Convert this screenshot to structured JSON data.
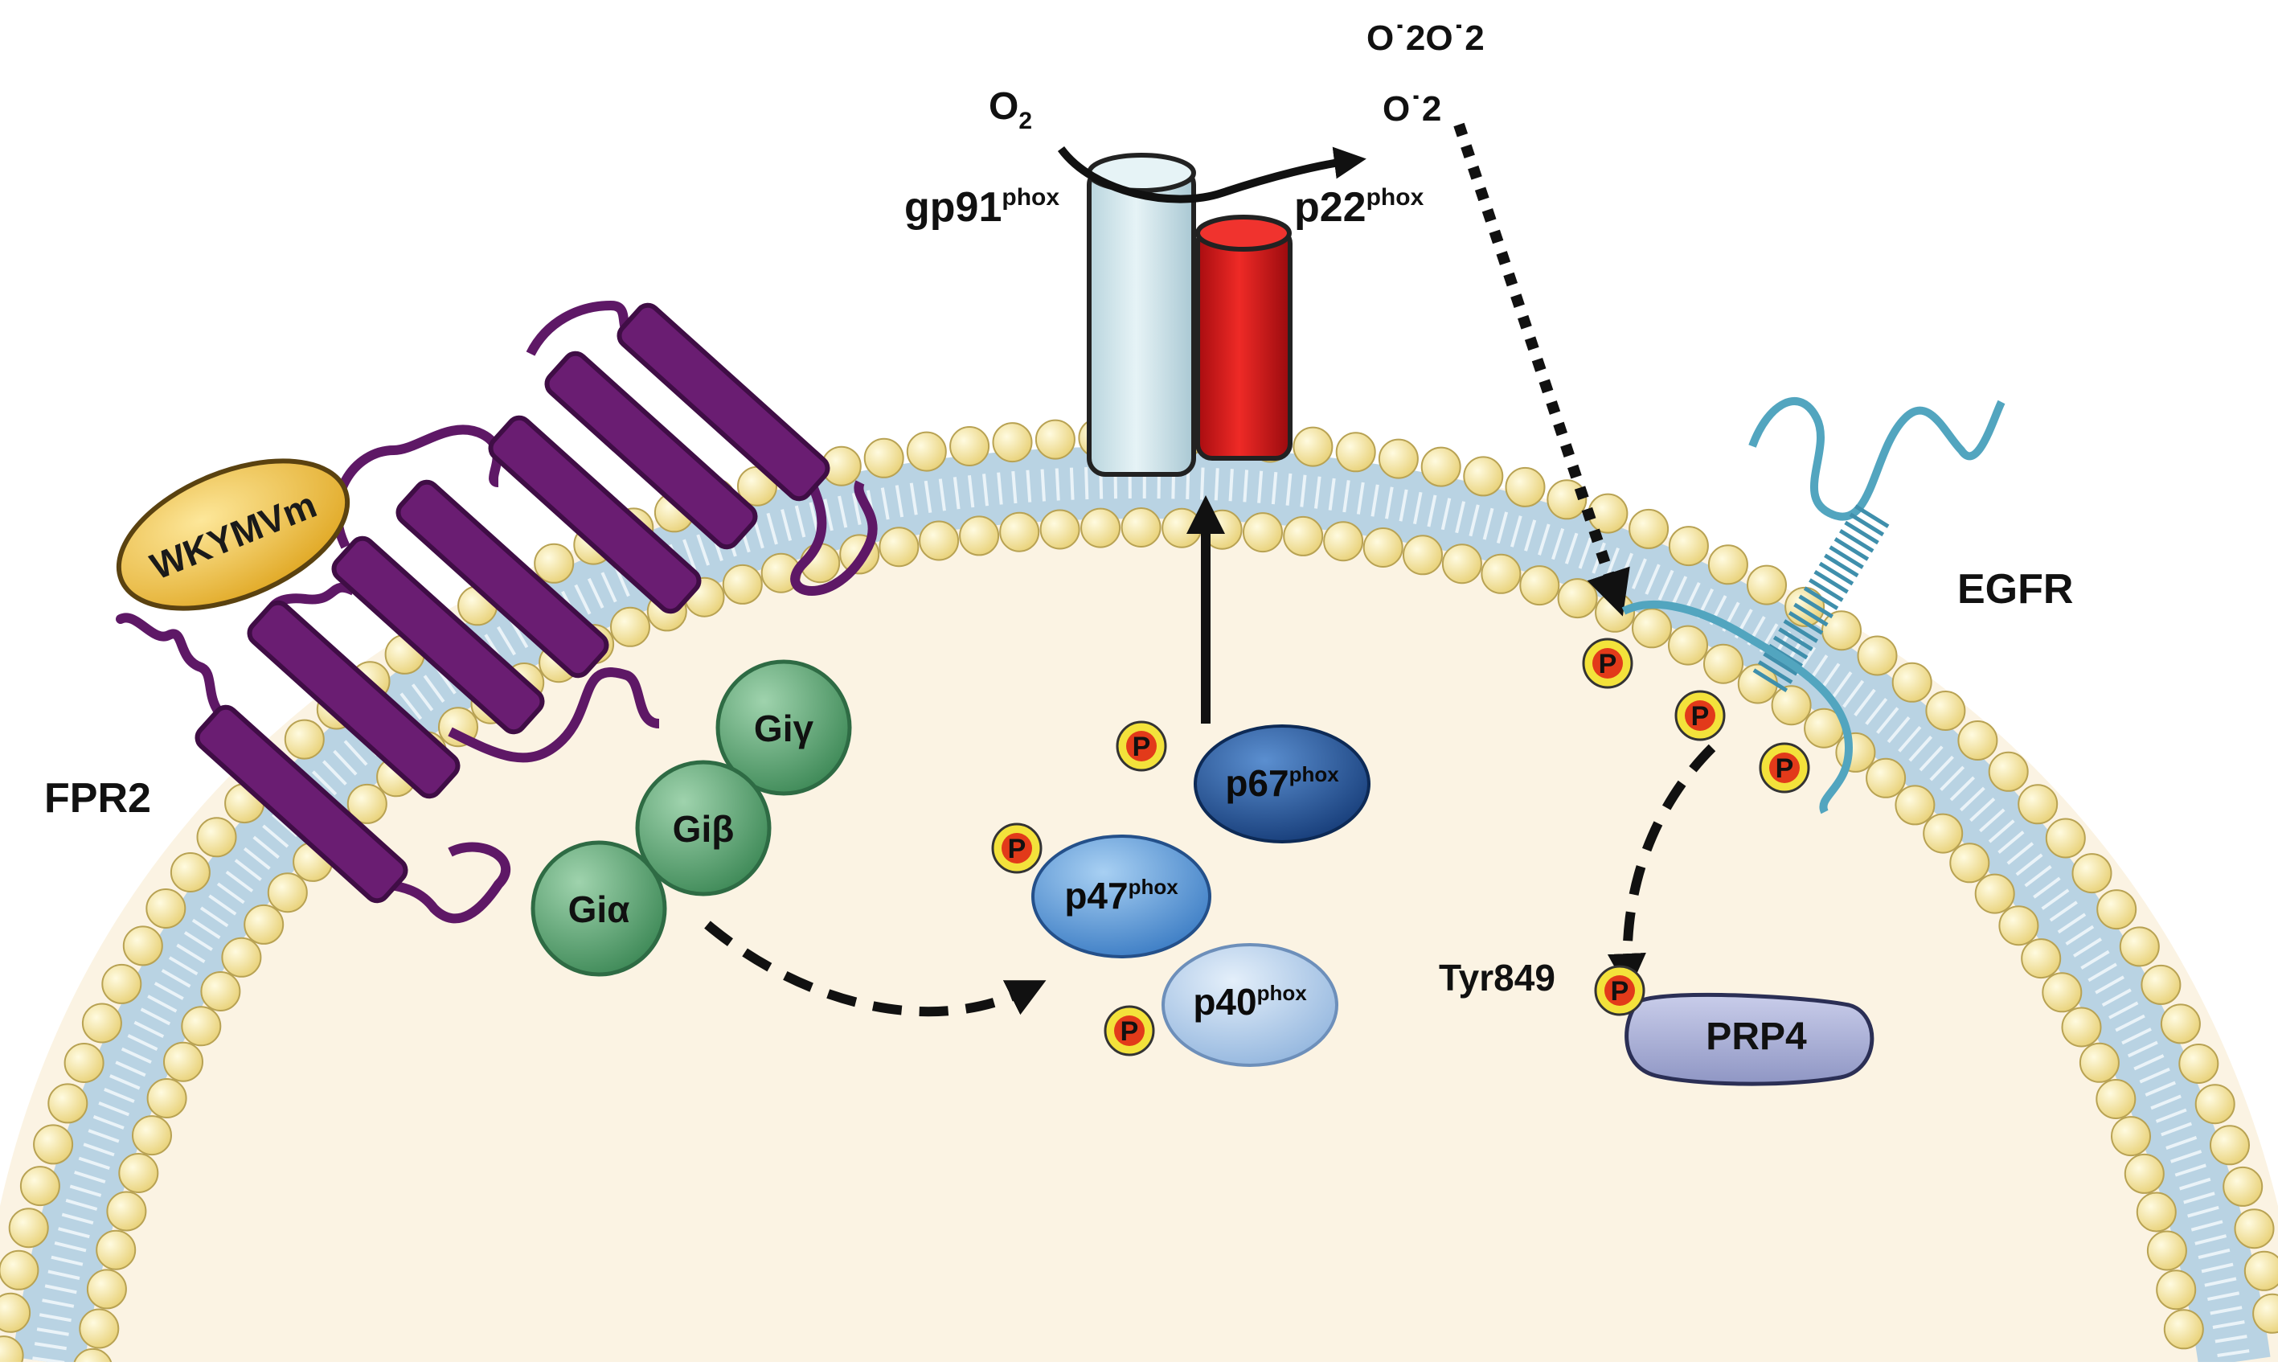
{
  "labels": {
    "ligand": "WKYMVm",
    "receptor": "FPR2",
    "gi_gamma": "Giγ",
    "gi_beta": "Giβ",
    "gi_alpha": "Giα",
    "gp91_base": "gp91",
    "p22_base": "p22",
    "p67_base": "p67",
    "p47_base": "p47",
    "p40_base": "p40",
    "phox": "phox",
    "o2_base": "O",
    "o2_sub": "2",
    "superoxide_1": "O˙2O˙2",
    "superoxide_2": "O˙2",
    "egfr": "EGFR",
    "tyr": "Tyr849",
    "prp4": "PRP4",
    "phospho": "P"
  },
  "colors": {
    "cytoplasm": "#fbf3e3",
    "lipid_head": "#f7e9a8",
    "lipid_tail": "#b9d3e3",
    "receptor": "#6a1d72",
    "g_protein": "#4f9d6a",
    "gp91": "#d3e6ec",
    "p22": "#d6171b",
    "p67": "#1f4f94",
    "p47": "#4f8fd1",
    "p40": "#a9c6e7",
    "ligand": "#f0c040",
    "egfr": "#52a5bf",
    "prp4": "#aab0d6",
    "phospho_fill": "#e23a1a",
    "phospho_ring": "#f3e23b"
  }
}
